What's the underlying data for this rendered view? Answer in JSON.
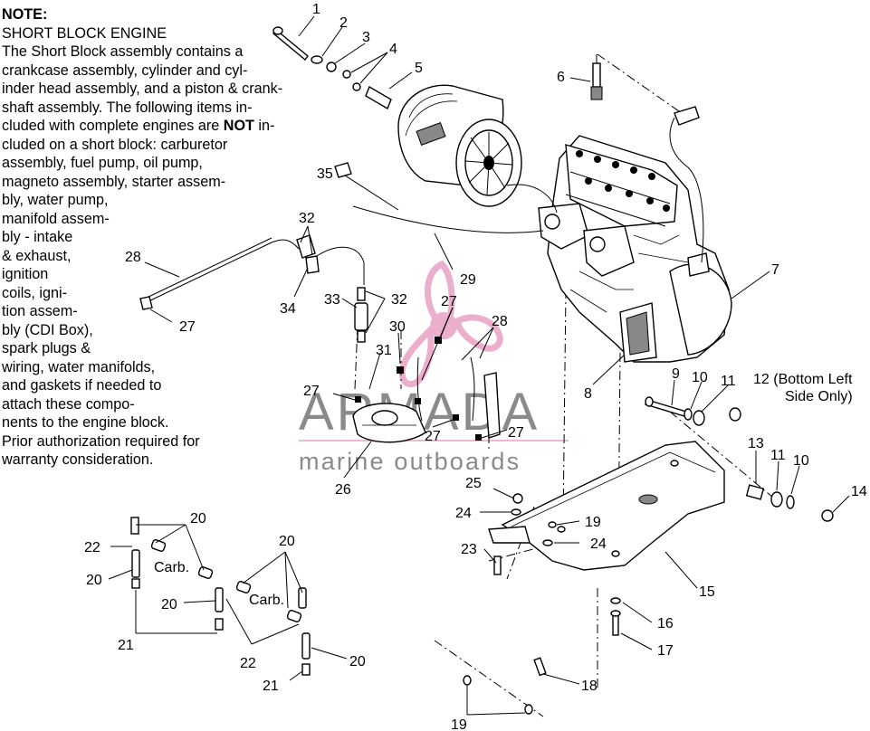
{
  "note": {
    "title": "NOTE:",
    "lines": [
      "SHORT BLOCK ENGINE",
      "The Short Block assembly contains a",
      "crankcase assembly, cylinder and cyl-",
      "inder head assembly, and a piston & crank-",
      "shaft assembly.  The following items in-",
      "cluded with complete engines are ",
      "cluded on a short block:  carburetor",
      "assembly, fuel pump, oil pump,",
      "magneto assembly, starter assem-",
      "bly, water pump,",
      "manifold assem-",
      "bly - intake",
      "& exhaust,",
      "ignition",
      "coils, igni-",
      "tion assem-",
      "bly (CDI Box),",
      "spark plugs &",
      "wiring, water manifolds,",
      "and gaskets if needed to",
      "attach these compo-",
      "nents to the engine block.",
      "Prior authorization required for",
      "warranty consideration."
    ],
    "emphasis": "NOT",
    "emphasis_tail": " in-"
  },
  "callouts": {
    "c1": "1",
    "c2": "2",
    "c3": "3",
    "c4": "4",
    "c5": "5",
    "c6": "6",
    "c7": "7",
    "c8": "8",
    "c9": "9",
    "c10a": "10",
    "c11a": "11",
    "c12a": "12 (Bottom Left",
    "c12b": "Side Only)",
    "c13": "13",
    "c11b": "11",
    "c10b": "10",
    "c14": "14",
    "c15": "15",
    "c16": "16",
    "c17": "17",
    "c18": "18",
    "c19a": "19",
    "c19b": "19",
    "c23": "23",
    "c24a": "24",
    "c24b": "24",
    "c25": "25",
    "c26": "26",
    "c27a": "27",
    "c27b": "27",
    "c27c": "27",
    "c27d": "27",
    "c27e": "27",
    "c28a": "28",
    "c28b": "28",
    "c29": "29",
    "c30": "30",
    "c31": "31",
    "c32a": "32",
    "c32b": "32",
    "c33": "33",
    "c34": "34",
    "c35": "35",
    "c20a": "20",
    "c20b": "20",
    "c20c": "20",
    "c20d": "20",
    "c20e": "20",
    "c21a": "21",
    "c21b": "21",
    "c22a": "22",
    "c22b": "22",
    "carb1": "Carb.",
    "carb2": "Carb."
  },
  "watermark": {
    "name": "ARMADA",
    "tagline": "marine outboards",
    "accent": "#e8a0c4"
  },
  "colors": {
    "ink": "#000000",
    "background": "#ffffff",
    "watermark_grey": "#8a8a8a",
    "watermark_pink": "#e8a0c4"
  }
}
